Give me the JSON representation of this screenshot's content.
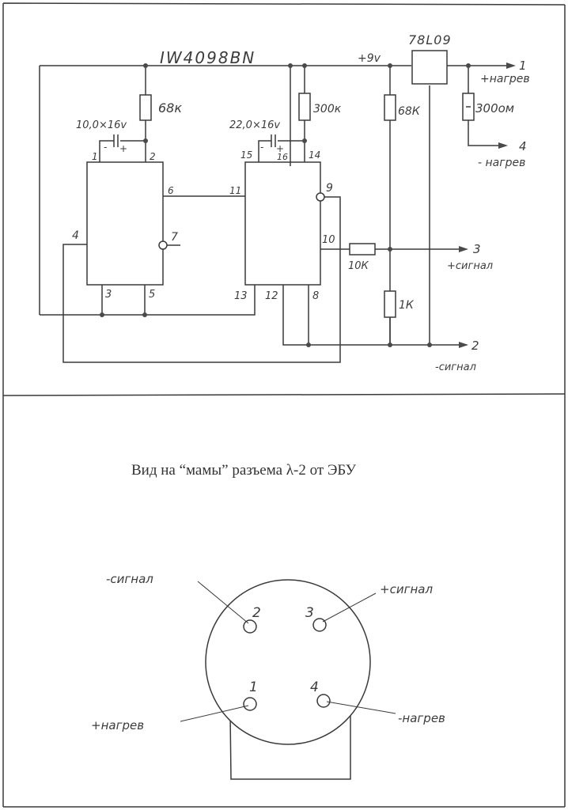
{
  "schematic": {
    "chip_label": "IW4098BN",
    "supply_label": "+9v",
    "regulator_label": "78L09",
    "resistors": {
      "r_top_left": "68к",
      "r_top_mid": "300к",
      "r_top_right": "68К",
      "r_series": "10К",
      "r_bottom": "1К",
      "r_heater": "300ом"
    },
    "capacitors": {
      "c1": "10,0×16v",
      "c2": "22,0×16v",
      "c_minus": "-",
      "c_plus": "+"
    },
    "pins_left_ic": [
      "1",
      "2",
      "6",
      "4",
      "7",
      "3",
      "5"
    ],
    "pins_right_ic": [
      "15",
      "16",
      "14",
      "11",
      "9",
      "10",
      "13",
      "12",
      "8"
    ],
    "outputs": [
      {
        "num": "1",
        "label": "+нагрев"
      },
      {
        "num": "4",
        "label": "- нагрев"
      },
      {
        "num": "3",
        "label": "+сигнал"
      },
      {
        "num": "2",
        "label": "-сигнал"
      }
    ]
  },
  "connector": {
    "title": "Вид на “мамы” разъема λ-2 от ЭБУ",
    "pins": [
      {
        "num": "2",
        "label": "-сигнал"
      },
      {
        "num": "3",
        "label": "+сигнал"
      },
      {
        "num": "1",
        "label": "+нагрев"
      },
      {
        "num": "4",
        "label": "-нагрев"
      }
    ]
  },
  "colors": {
    "ink": "#3a3a3a",
    "paper": "#ffffff"
  }
}
